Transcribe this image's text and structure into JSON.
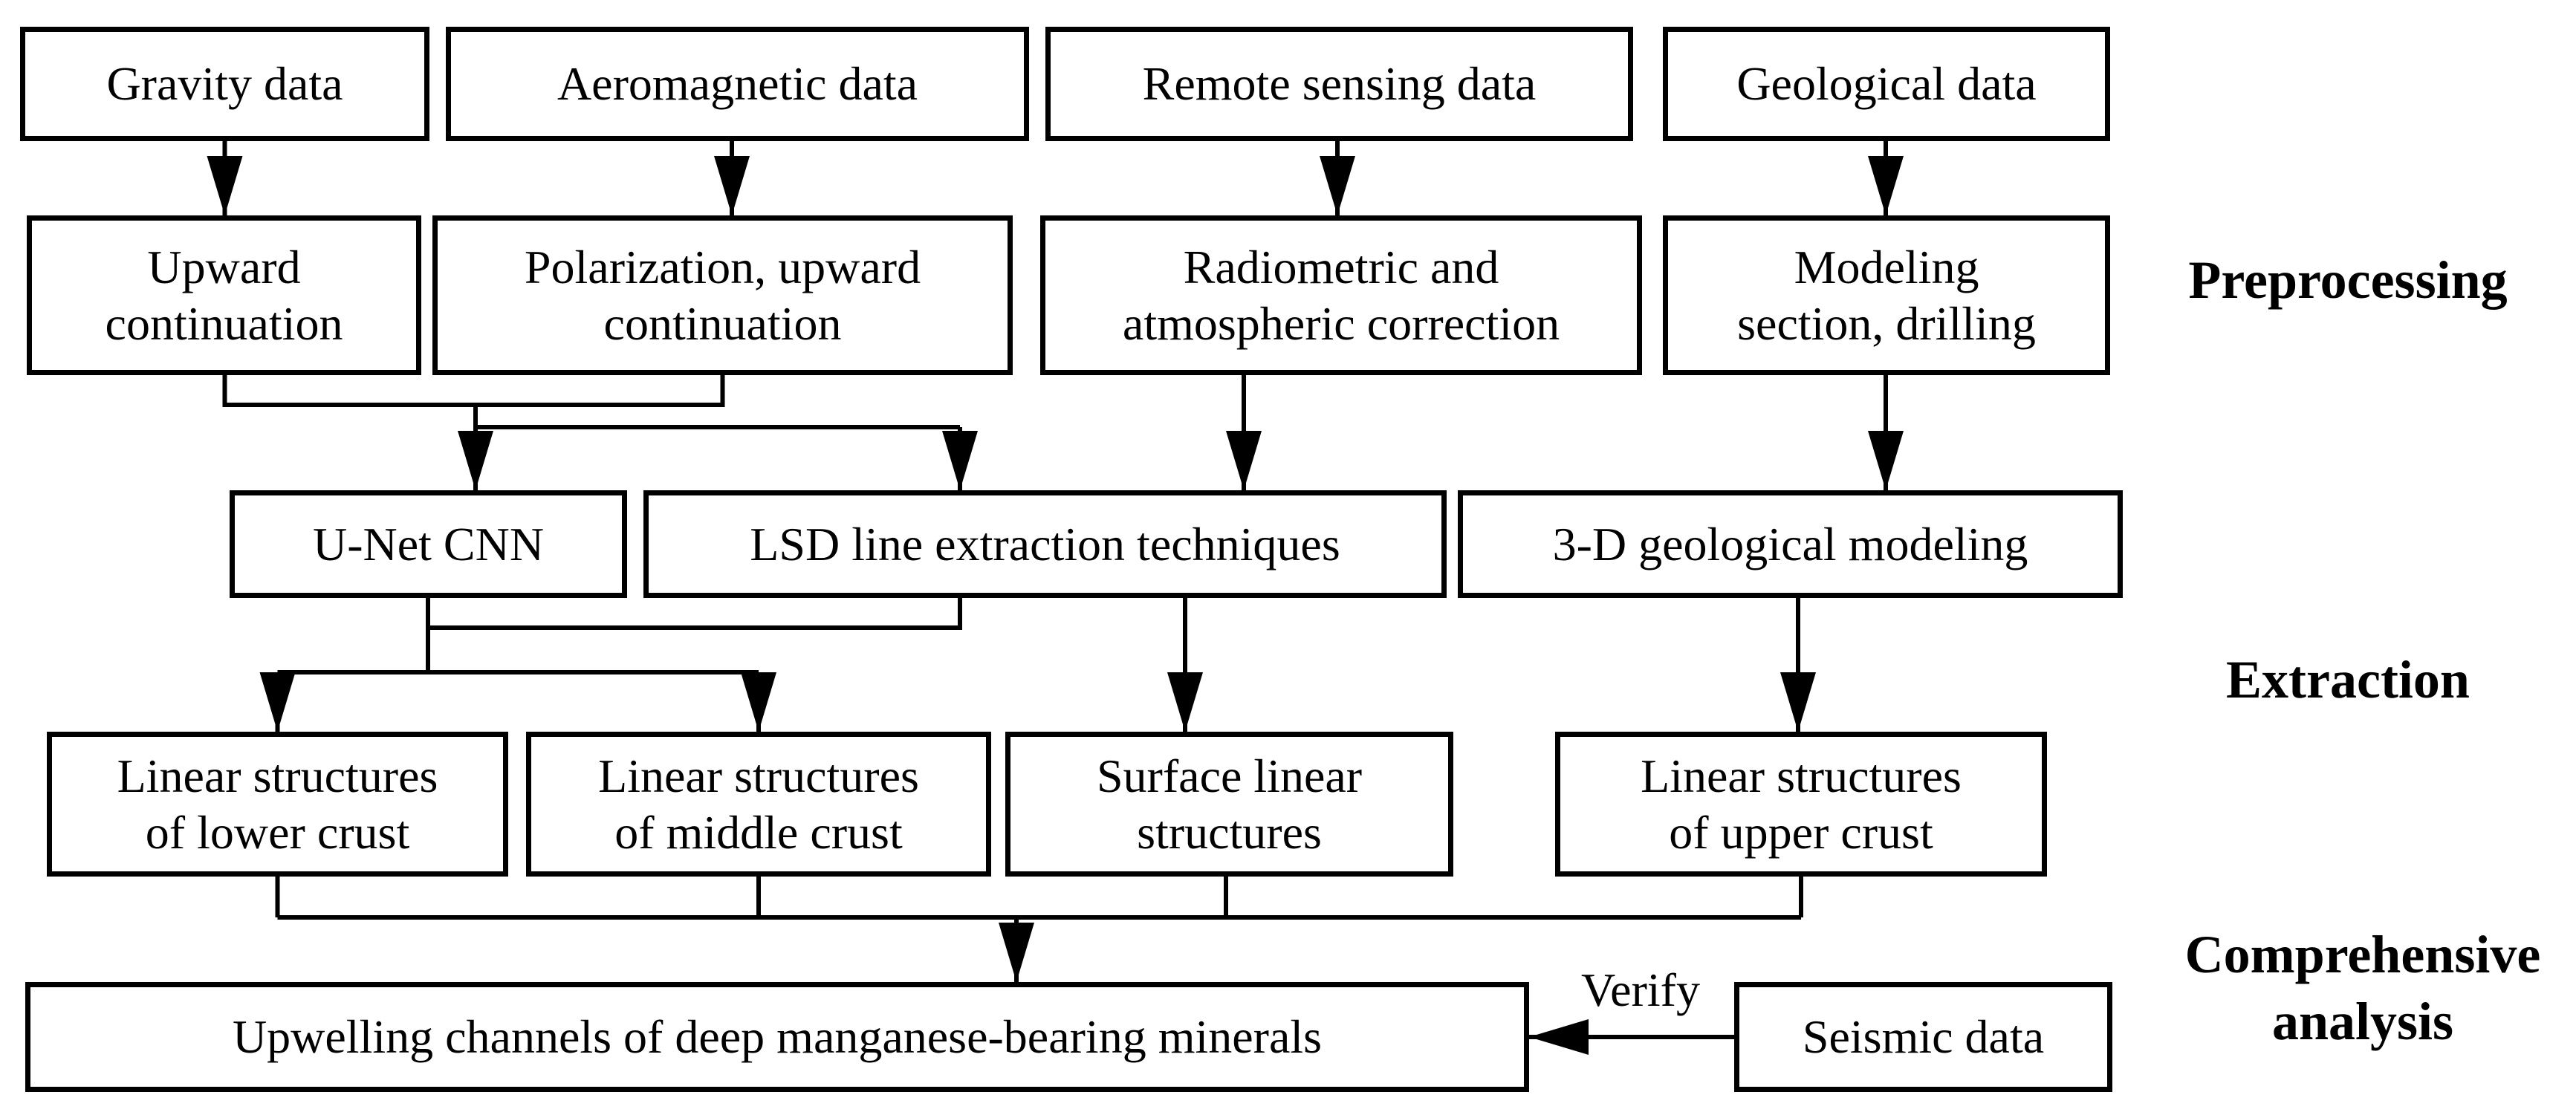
{
  "diagram": {
    "title_hint": "Workflow for identifying upwelling channels of deep manganese-bearing minerals",
    "colors": {
      "ink": "#000000",
      "background": "#ffffff",
      "box_border": "#000000",
      "text": "#000000"
    },
    "boxes": {
      "gravity": "Gravity data",
      "aeromagnetic": "Aeromagnetic data",
      "remote_sensing": "Remote sensing data",
      "geological": "Geological data",
      "upward_continuation": "Upward\ncontinuation",
      "polarization": "Polarization, upward\ncontinuation",
      "radiometric": "Radiometric and\natmospheric correction",
      "modeling_section": "Modeling\nsection, drilling",
      "unet_cnn": "U-Net CNN",
      "lsd": "LSD line extraction techniques",
      "geo_modeling": "3-D geological modeling",
      "lower_crust": "Linear structures\nof lower crust",
      "middle_crust": "Linear structures\nof middle crust",
      "surface_linear": "Surface linear\nstructures",
      "upper_crust": "Linear structures\nof upper crust",
      "upwelling": "Upwelling channels of deep manganese-bearing minerals",
      "seismic": "Seismic data"
    },
    "labels": {
      "preprocessing": "Preprocessing",
      "extraction": "Extraction",
      "comprehensive": "Comprehensive\nanalysis",
      "verify": "Verify"
    }
  }
}
